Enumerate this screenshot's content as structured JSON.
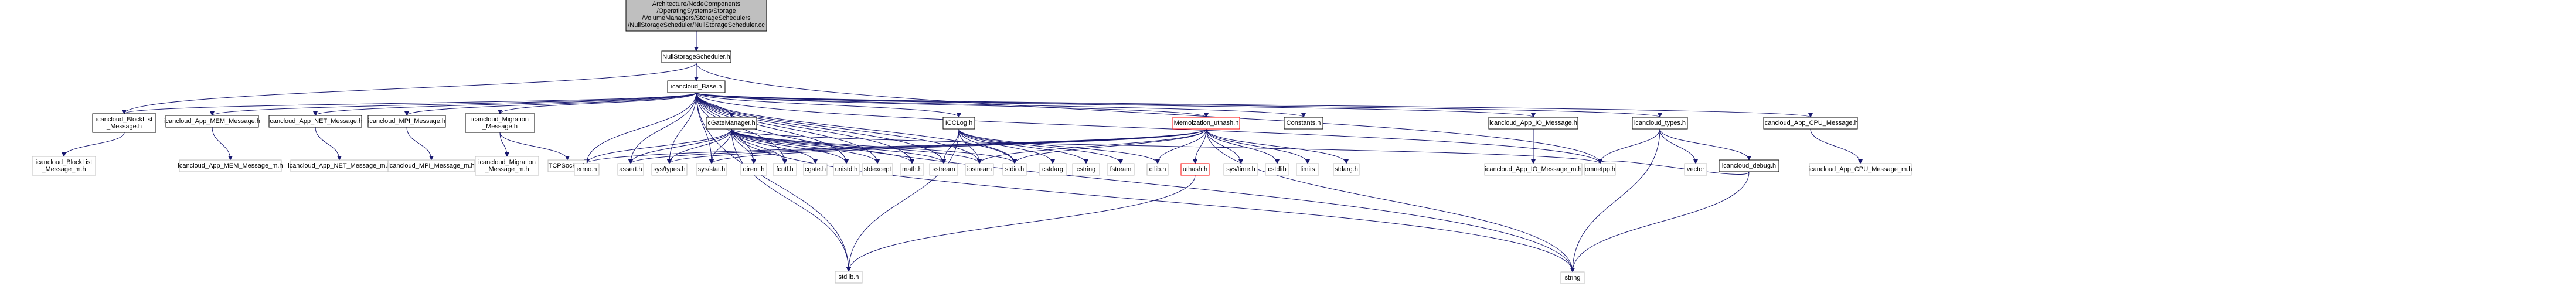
{
  "colors": {
    "edge": "#191970",
    "box_border": "#000000",
    "box_missing_border": "#bfbfbf",
    "box_root_fill": "#bfbfbf",
    "box_fill": "#ffffff",
    "label": "#000000",
    "label_red": "#ff0000"
  },
  "nodes": [
    {
      "id": "root",
      "lines": [
        "Architecture/NodeComponents",
        "/OperatingSystems/Storage",
        "/VolumeManagers/StorageSchedulers",
        "/NullStorageScheduler/NullStorageScheduler.cc"
      ],
      "style": "root"
    },
    {
      "id": "nss_h",
      "lines": [
        "NullStorageScheduler.h"
      ],
      "style": "normal"
    },
    {
      "id": "base_h",
      "lines": [
        "icancloud_Base.h"
      ],
      "style": "normal"
    },
    {
      "id": "blocklist_h",
      "lines": [
        "icancloud_BlockList",
        "_Message.h"
      ],
      "style": "normal"
    },
    {
      "id": "mem_msg_h",
      "lines": [
        "icancloud_App_MEM_Message.h"
      ],
      "style": "normal"
    },
    {
      "id": "net_msg_h",
      "lines": [
        "icancloud_App_NET_Message.h"
      ],
      "style": "normal"
    },
    {
      "id": "mpi_msg_h",
      "lines": [
        "icancloud_MPI_Message.h"
      ],
      "style": "normal"
    },
    {
      "id": "migration_h",
      "lines": [
        "icancloud_Migration",
        "_Message.h"
      ],
      "style": "normal"
    },
    {
      "id": "cgate_h",
      "lines": [
        "cGateManager.h"
      ],
      "style": "normal"
    },
    {
      "id": "icclog_h",
      "lines": [
        "ICCLog.h"
      ],
      "style": "normal"
    },
    {
      "id": "memo_h",
      "lines": [
        "Memoization_uthash.h"
      ],
      "style": "red"
    },
    {
      "id": "constants_h",
      "lines": [
        "Constants.h"
      ],
      "style": "normal"
    },
    {
      "id": "io_msg_h",
      "lines": [
        "icancloud_App_IO_Message.h"
      ],
      "style": "normal"
    },
    {
      "id": "types_h",
      "lines": [
        "icancloud_types.h"
      ],
      "style": "normal"
    },
    {
      "id": "cpu_msg_h",
      "lines": [
        "icancloud_App_CPU_Message.h"
      ],
      "style": "normal"
    },
    {
      "id": "blocklist_m_h",
      "lines": [
        "icancloud_BlockList",
        "_Message_m.h"
      ],
      "style": "missing"
    },
    {
      "id": "mem_m_h",
      "lines": [
        "icancloud_App_MEM_Message_m.h"
      ],
      "style": "missing"
    },
    {
      "id": "net_m_h",
      "lines": [
        "icancloud_App_NET_Message_m.h"
      ],
      "style": "missing"
    },
    {
      "id": "mpi_m_h",
      "lines": [
        "icancloud_MPI_Message_m.h"
      ],
      "style": "missing"
    },
    {
      "id": "migration_m_h",
      "lines": [
        "icancloud_Migration",
        "_Message_m.h"
      ],
      "style": "missing"
    },
    {
      "id": "tcpsocket_h",
      "lines": [
        "TCPSocket.h"
      ],
      "style": "missing"
    },
    {
      "id": "errno_h",
      "lines": [
        "errno.h"
      ],
      "style": "missing"
    },
    {
      "id": "assert_h",
      "lines": [
        "assert.h"
      ],
      "style": "missing"
    },
    {
      "id": "systypes_h",
      "lines": [
        "sys/types.h"
      ],
      "style": "missing"
    },
    {
      "id": "sysstat_h",
      "lines": [
        "sys/stat.h"
      ],
      "style": "missing"
    },
    {
      "id": "dirent_h",
      "lines": [
        "dirent.h"
      ],
      "style": "missing"
    },
    {
      "id": "fcntl_h",
      "lines": [
        "fcntl.h"
      ],
      "style": "missing"
    },
    {
      "id": "cgate_hh",
      "lines": [
        "cgate.h"
      ],
      "style": "missing"
    },
    {
      "id": "unistd_h",
      "lines": [
        "unistd.h"
      ],
      "style": "missing"
    },
    {
      "id": "stdexcept",
      "lines": [
        "stdexcept"
      ],
      "style": "missing"
    },
    {
      "id": "math_h",
      "lines": [
        "math.h"
      ],
      "style": "missing"
    },
    {
      "id": "sstream",
      "lines": [
        "sstream"
      ],
      "style": "missing"
    },
    {
      "id": "iostream",
      "lines": [
        "iostream"
      ],
      "style": "missing"
    },
    {
      "id": "stdio_h",
      "lines": [
        "stdio.h"
      ],
      "style": "missing"
    },
    {
      "id": "cstdarg",
      "lines": [
        "cstdarg"
      ],
      "style": "missing"
    },
    {
      "id": "cstring",
      "lines": [
        "cstring"
      ],
      "style": "missing"
    },
    {
      "id": "fstream",
      "lines": [
        "fstream"
      ],
      "style": "missing"
    },
    {
      "id": "ctlib_h",
      "lines": [
        "ctlib.h"
      ],
      "style": "missing"
    },
    {
      "id": "uthash_h",
      "lines": [
        "uthash.h"
      ],
      "style": "red"
    },
    {
      "id": "systime_h",
      "lines": [
        "sys/time.h"
      ],
      "style": "missing"
    },
    {
      "id": "cstdlib",
      "lines": [
        "cstdlib"
      ],
      "style": "missing"
    },
    {
      "id": "limits",
      "lines": [
        "limits"
      ],
      "style": "missing"
    },
    {
      "id": "stdarg_h",
      "lines": [
        "stdarg.h"
      ],
      "style": "missing"
    },
    {
      "id": "io_m_h",
      "lines": [
        "icancloud_App_IO_Message_m.h"
      ],
      "style": "missing"
    },
    {
      "id": "omnetpp_h",
      "lines": [
        "omnetpp.h"
      ],
      "style": "missing"
    },
    {
      "id": "vector",
      "lines": [
        "vector"
      ],
      "style": "missing"
    },
    {
      "id": "debug_h",
      "lines": [
        "icancloud_debug.h"
      ],
      "style": "normal"
    },
    {
      "id": "cpu_m_h",
      "lines": [
        "icancloud_App_CPU_Message_m.h"
      ],
      "style": "missing"
    },
    {
      "id": "stdlib_h",
      "lines": [
        "stdlib.h"
      ],
      "style": "missing"
    },
    {
      "id": "string",
      "lines": [
        "string"
      ],
      "style": "missing"
    }
  ],
  "edges": [
    [
      "root",
      "nss_h"
    ],
    [
      "nss_h",
      "base_h"
    ],
    [
      "nss_h",
      "blocklist_h"
    ],
    [
      "nss_h",
      "omnetpp_h"
    ],
    [
      "base_h",
      "blocklist_h"
    ],
    [
      "base_h",
      "mem_msg_h"
    ],
    [
      "base_h",
      "net_msg_h"
    ],
    [
      "base_h",
      "mpi_msg_h"
    ],
    [
      "base_h",
      "migration_h"
    ],
    [
      "base_h",
      "cgate_h"
    ],
    [
      "base_h",
      "icclog_h"
    ],
    [
      "base_h",
      "memo_h"
    ],
    [
      "base_h",
      "constants_h"
    ],
    [
      "base_h",
      "io_msg_h"
    ],
    [
      "base_h",
      "types_h"
    ],
    [
      "base_h",
      "cpu_msg_h"
    ],
    [
      "base_h",
      "omnetpp_h"
    ],
    [
      "base_h",
      "errno_h"
    ],
    [
      "base_h",
      "assert_h"
    ],
    [
      "base_h",
      "systypes_h"
    ],
    [
      "base_h",
      "sysstat_h"
    ],
    [
      "base_h",
      "dirent_h"
    ],
    [
      "base_h",
      "fcntl_h"
    ],
    [
      "base_h",
      "unistd_h"
    ],
    [
      "base_h",
      "stdexcept"
    ],
    [
      "base_h",
      "math_h"
    ],
    [
      "base_h",
      "sstream"
    ],
    [
      "base_h",
      "iostream"
    ],
    [
      "base_h",
      "stdio_h"
    ],
    [
      "base_h",
      "stdlib_h"
    ],
    [
      "base_h",
      "string"
    ],
    [
      "blocklist_h",
      "blocklist_m_h"
    ],
    [
      "mem_msg_h",
      "mem_m_h"
    ],
    [
      "net_msg_h",
      "net_m_h"
    ],
    [
      "mpi_msg_h",
      "mpi_m_h"
    ],
    [
      "migration_h",
      "migration_m_h"
    ],
    [
      "migration_h",
      "tcpsocket_h"
    ],
    [
      "cgate_h",
      "errno_h"
    ],
    [
      "cgate_h",
      "assert_h"
    ],
    [
      "cgate_h",
      "systypes_h"
    ],
    [
      "cgate_h",
      "sysstat_h"
    ],
    [
      "cgate_h",
      "dirent_h"
    ],
    [
      "cgate_h",
      "fcntl_h"
    ],
    [
      "cgate_h",
      "cgate_hh"
    ],
    [
      "cgate_h",
      "unistd_h"
    ],
    [
      "cgate_h",
      "stdexcept"
    ],
    [
      "cgate_h",
      "math_h"
    ],
    [
      "cgate_h",
      "sstream"
    ],
    [
      "cgate_h",
      "iostream"
    ],
    [
      "cgate_h",
      "stdio_h"
    ],
    [
      "cgate_h",
      "omnetpp_h"
    ],
    [
      "cgate_h",
      "stdlib_h"
    ],
    [
      "cgate_h",
      "string"
    ],
    [
      "icclog_h",
      "sstream"
    ],
    [
      "icclog_h",
      "iostream"
    ],
    [
      "icclog_h",
      "stdio_h"
    ],
    [
      "icclog_h",
      "cstdarg"
    ],
    [
      "icclog_h",
      "cstring"
    ],
    [
      "icclog_h",
      "fstream"
    ],
    [
      "icclog_h",
      "ctlib_h"
    ],
    [
      "icclog_h",
      "stdlib_h"
    ],
    [
      "memo_h",
      "errno_h"
    ],
    [
      "memo_h",
      "assert_h"
    ],
    [
      "memo_h",
      "systypes_h"
    ],
    [
      "memo_h",
      "sysstat_h"
    ],
    [
      "memo_h",
      "iostream"
    ],
    [
      "memo_h",
      "stdio_h"
    ],
    [
      "memo_h",
      "ctlib_h"
    ],
    [
      "memo_h",
      "uthash_h"
    ],
    [
      "memo_h",
      "systime_h"
    ],
    [
      "memo_h",
      "cstdlib"
    ],
    [
      "memo_h",
      "limits"
    ],
    [
      "memo_h",
      "stdarg_h"
    ],
    [
      "memo_h",
      "string"
    ],
    [
      "uthash_h",
      "stdlib_h"
    ],
    [
      "io_msg_h",
      "io_m_h"
    ],
    [
      "types_h",
      "omnetpp_h"
    ],
    [
      "types_h",
      "vector"
    ],
    [
      "types_h",
      "debug_h"
    ],
    [
      "types_h",
      "string"
    ],
    [
      "debug_h",
      "omnetpp_h"
    ],
    [
      "debug_h",
      "string"
    ],
    [
      "cpu_msg_h",
      "cpu_m_h"
    ]
  ]
}
